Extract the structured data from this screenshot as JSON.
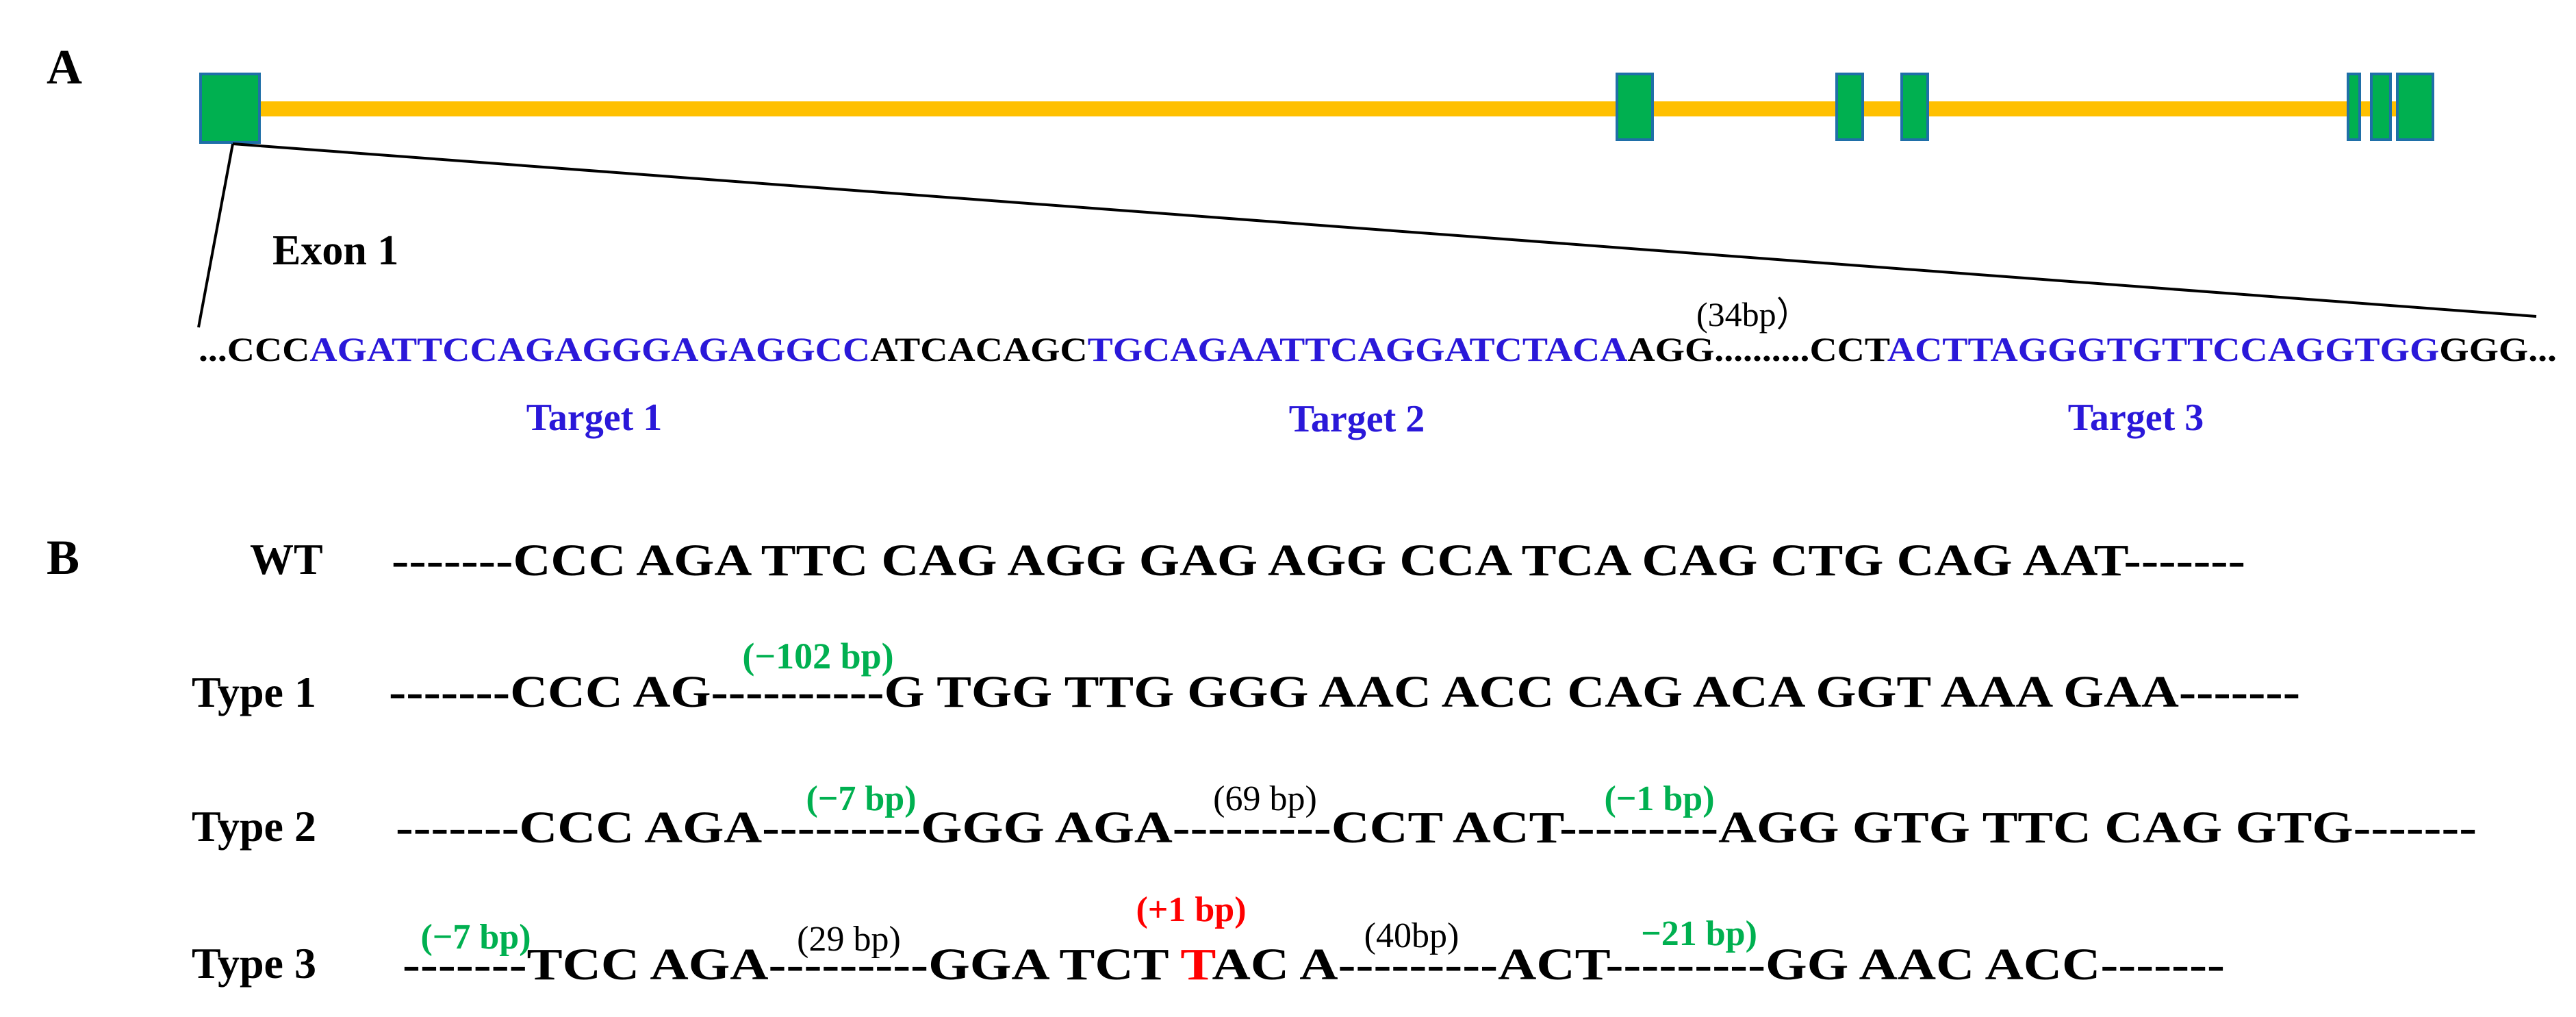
{
  "colors": {
    "exon": "#00b050",
    "exon_border": "#1f6fa8",
    "intron": "#ffc000",
    "target": "#2a18d9",
    "deletion": "#00b050",
    "insertion": "#ff0000",
    "text": "#000000"
  },
  "panel_a": {
    "label": "A",
    "exon_label": "Exon 1",
    "gap_label": "(34bp）",
    "sequence": [
      {
        "text": "...CCC",
        "kind": "normal"
      },
      {
        "text": "AGATTCCAGAGGGAGAGGCC",
        "kind": "target"
      },
      {
        "text": "ATCACAGC",
        "kind": "normal"
      },
      {
        "text": "TGCAGAATTCAGGATCTACA",
        "kind": "target"
      },
      {
        "text": "AGG..........CCT",
        "kind": "normal"
      },
      {
        "text": "ACTTAGGGTGTTCCAGGTGG",
        "kind": "target"
      },
      {
        "text": "GGG...",
        "kind": "normal"
      }
    ],
    "targets": [
      "Target 1",
      "Target 2",
      "Target 3"
    ]
  },
  "panel_b": {
    "label": "B",
    "rows": [
      {
        "name": "WT",
        "segments": [
          {
            "text": "-------CCC AGA TTC CAG AGG GAG AGG CCA TCA CAG CTG CAG AAT-------",
            "kind": "normal"
          }
        ],
        "annotations": []
      },
      {
        "name": "Type 1",
        "segments": [
          {
            "text": "-------CCC AG----------G TGG TTG GGG AAC ACC CAG ACA GGT AAA GAA-------",
            "kind": "normal"
          }
        ],
        "annotations": [
          {
            "text": "(−102 bp)",
            "kind": "deletion"
          }
        ]
      },
      {
        "name": "Type 2",
        "segments": [
          {
            "text": "-------CCC AGA---------GGG AGA---------CCT ACT---------AGG GTG TTC CAG GTG-------",
            "kind": "normal"
          }
        ],
        "annotations": [
          {
            "text": "(−7 bp)",
            "kind": "deletion"
          },
          {
            "text": "(69 bp)",
            "kind": "gap"
          },
          {
            "text": "(−1 bp)",
            "kind": "deletion"
          }
        ]
      },
      {
        "name": "Type 3",
        "segments": [
          {
            "text": "-------TCC AGA---------GGA TCT ",
            "kind": "normal"
          },
          {
            "text": "T",
            "kind": "insertion"
          },
          {
            "text": "AC A---------ACT---------GG AAC ACC-------",
            "kind": "normal"
          }
        ],
        "annotations": [
          {
            "text": "(−7 bp)",
            "kind": "deletion"
          },
          {
            "text": "(29 bp)",
            "kind": "gap"
          },
          {
            "text": "(+1 bp)",
            "kind": "insertion"
          },
          {
            "text": "(40bp)",
            "kind": "gap"
          },
          {
            "text": "−21 bp)",
            "kind": "deletion"
          }
        ]
      }
    ]
  }
}
